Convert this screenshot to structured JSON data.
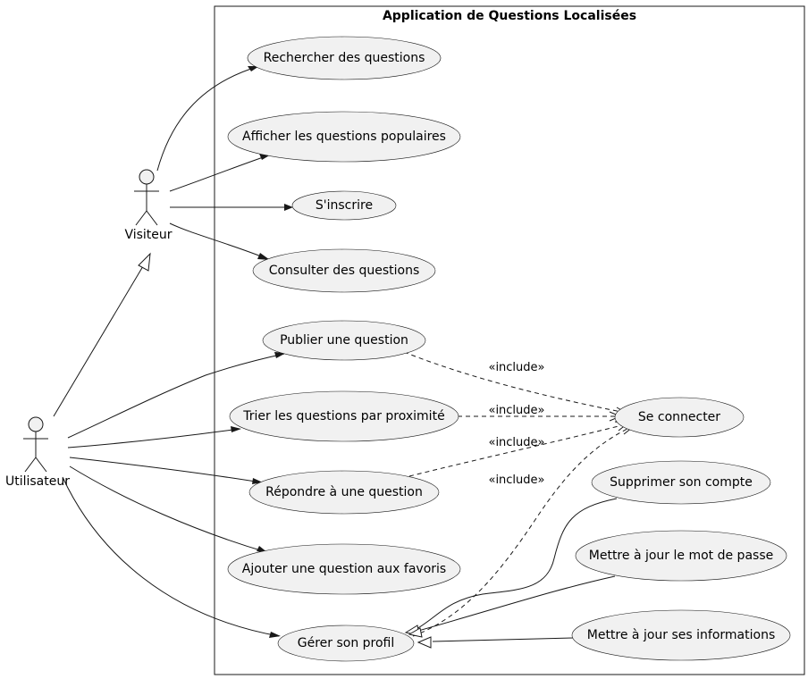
{
  "system": {
    "title": "Application de Questions Localisées"
  },
  "actors": {
    "visitor": "Visiteur",
    "user": "Utilisateur"
  },
  "use_cases": {
    "rechercher": "Rechercher des questions",
    "afficher": "Afficher les questions populaires",
    "inscrire": "S'inscrire",
    "consulter": "Consulter des questions",
    "publier": "Publier une question",
    "trier": "Trier les questions par proximité",
    "repondre": "Répondre à une question",
    "favoris": "Ajouter une question aux favoris",
    "gerer": "Gérer son profil",
    "connecter": "Se connecter",
    "supprimer": "Supprimer son compte",
    "mdp": "Mettre à jour le mot de passe",
    "infos": "Mettre à jour ses informations"
  },
  "relations": {
    "include_label": "«include»"
  }
}
